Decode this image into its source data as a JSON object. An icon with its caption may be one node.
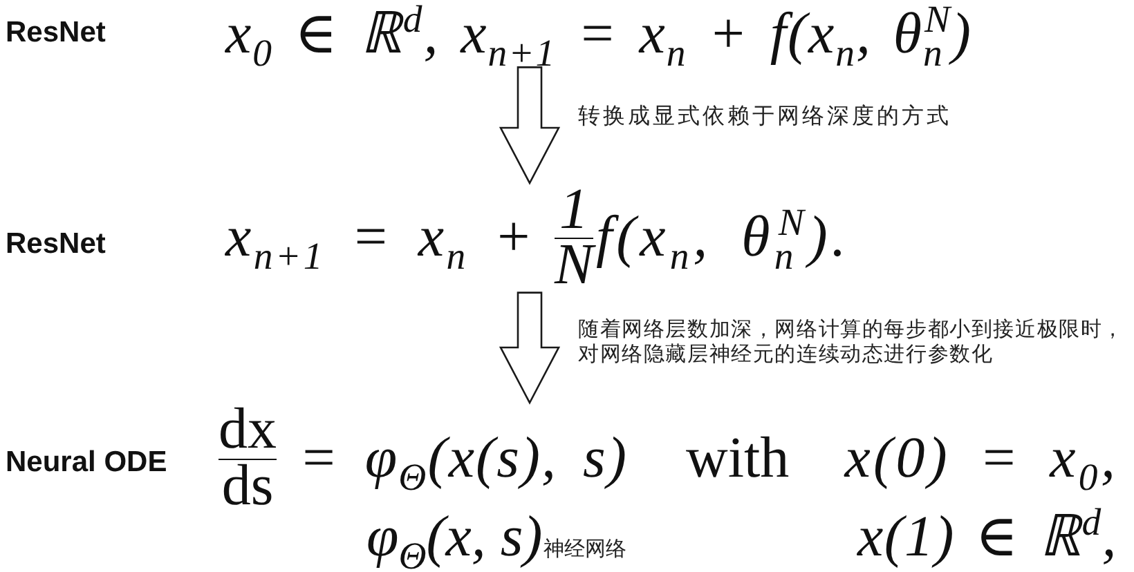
{
  "diagram": {
    "nodes": [
      {
        "text": [
          "x$_{0}$ ∈ ℝ$^{d}$, x$_{n+1}$ = x$_{n}$ + f(x$_{n}$, θ$_{n}$$^{N}$)"
        ]
      },
      {
        "text": [
          "x$_{n+1}$ = x$_{n}$ +",
          "1",
          "N",
          "f(x$_{n}$, θ$_{n}$$^{N}$)."
        ]
      },
      {
        "text": [
          "dx",
          "ds",
          "= φ$_{Θ}$(x(s), s)",
          "with",
          "x(0) = x$_{0}$,"
        ],
        "beside": [
          "Neural ODE"
        ]
      }
    ],
    "edges": [
      {
        "from": 0,
        "to": 1,
        "arrow": "to",
        "label": "转换成显式依赖于网络深度的方式"
      },
      {
        "from": 1,
        "to": 2,
        "arrow": "to",
        "label": "随着网络层数加深，网络计算的每步都小到接近极限时，对网络隐藏层神经元的连续动态进行参数化"
      }
    ],
    "labels": [
      "ResNet",
      "ResNet",
      "φ$_{Θ}$(x, s)",
      "神经网络",
      "x(1) ∈ ℝ$^{d}$,"
    ]
  }
}
